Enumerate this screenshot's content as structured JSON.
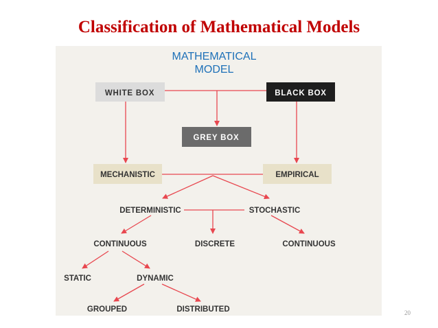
{
  "slide": {
    "title": "Classification of  Mathematical Models",
    "page_number": "20"
  },
  "diagram": {
    "root_line1": "MATHEMATICAL",
    "root_line2": "MODEL",
    "white_box": "WHITE BOX",
    "black_box": "BLACK BOX",
    "grey_box": "GREY BOX",
    "mechanistic": "MECHANISTIC",
    "empirical": "EMPIRICAL",
    "deterministic": "DETERMINISTIC",
    "stochastic": "STOCHASTIC",
    "continuous_left": "CONTINUOUS",
    "discrete": "DISCRETE",
    "continuous_right": "CONTINUOUS",
    "static": "STATIC",
    "dynamic": "DYNAMIC",
    "grouped": "GROUPED",
    "distributed": "DISTRIBUTED"
  },
  "colors": {
    "title_red": "#c00000",
    "arrow_red": "#e8474f",
    "root_blue": "#1d70b8",
    "white_box_fill": "#dcdcdc",
    "black_box_fill": "#1e1e1e",
    "grey_box_fill": "#6b6b6b",
    "beige_fill": "#e8e1c9",
    "panel_bg": "#f3f1ec"
  }
}
